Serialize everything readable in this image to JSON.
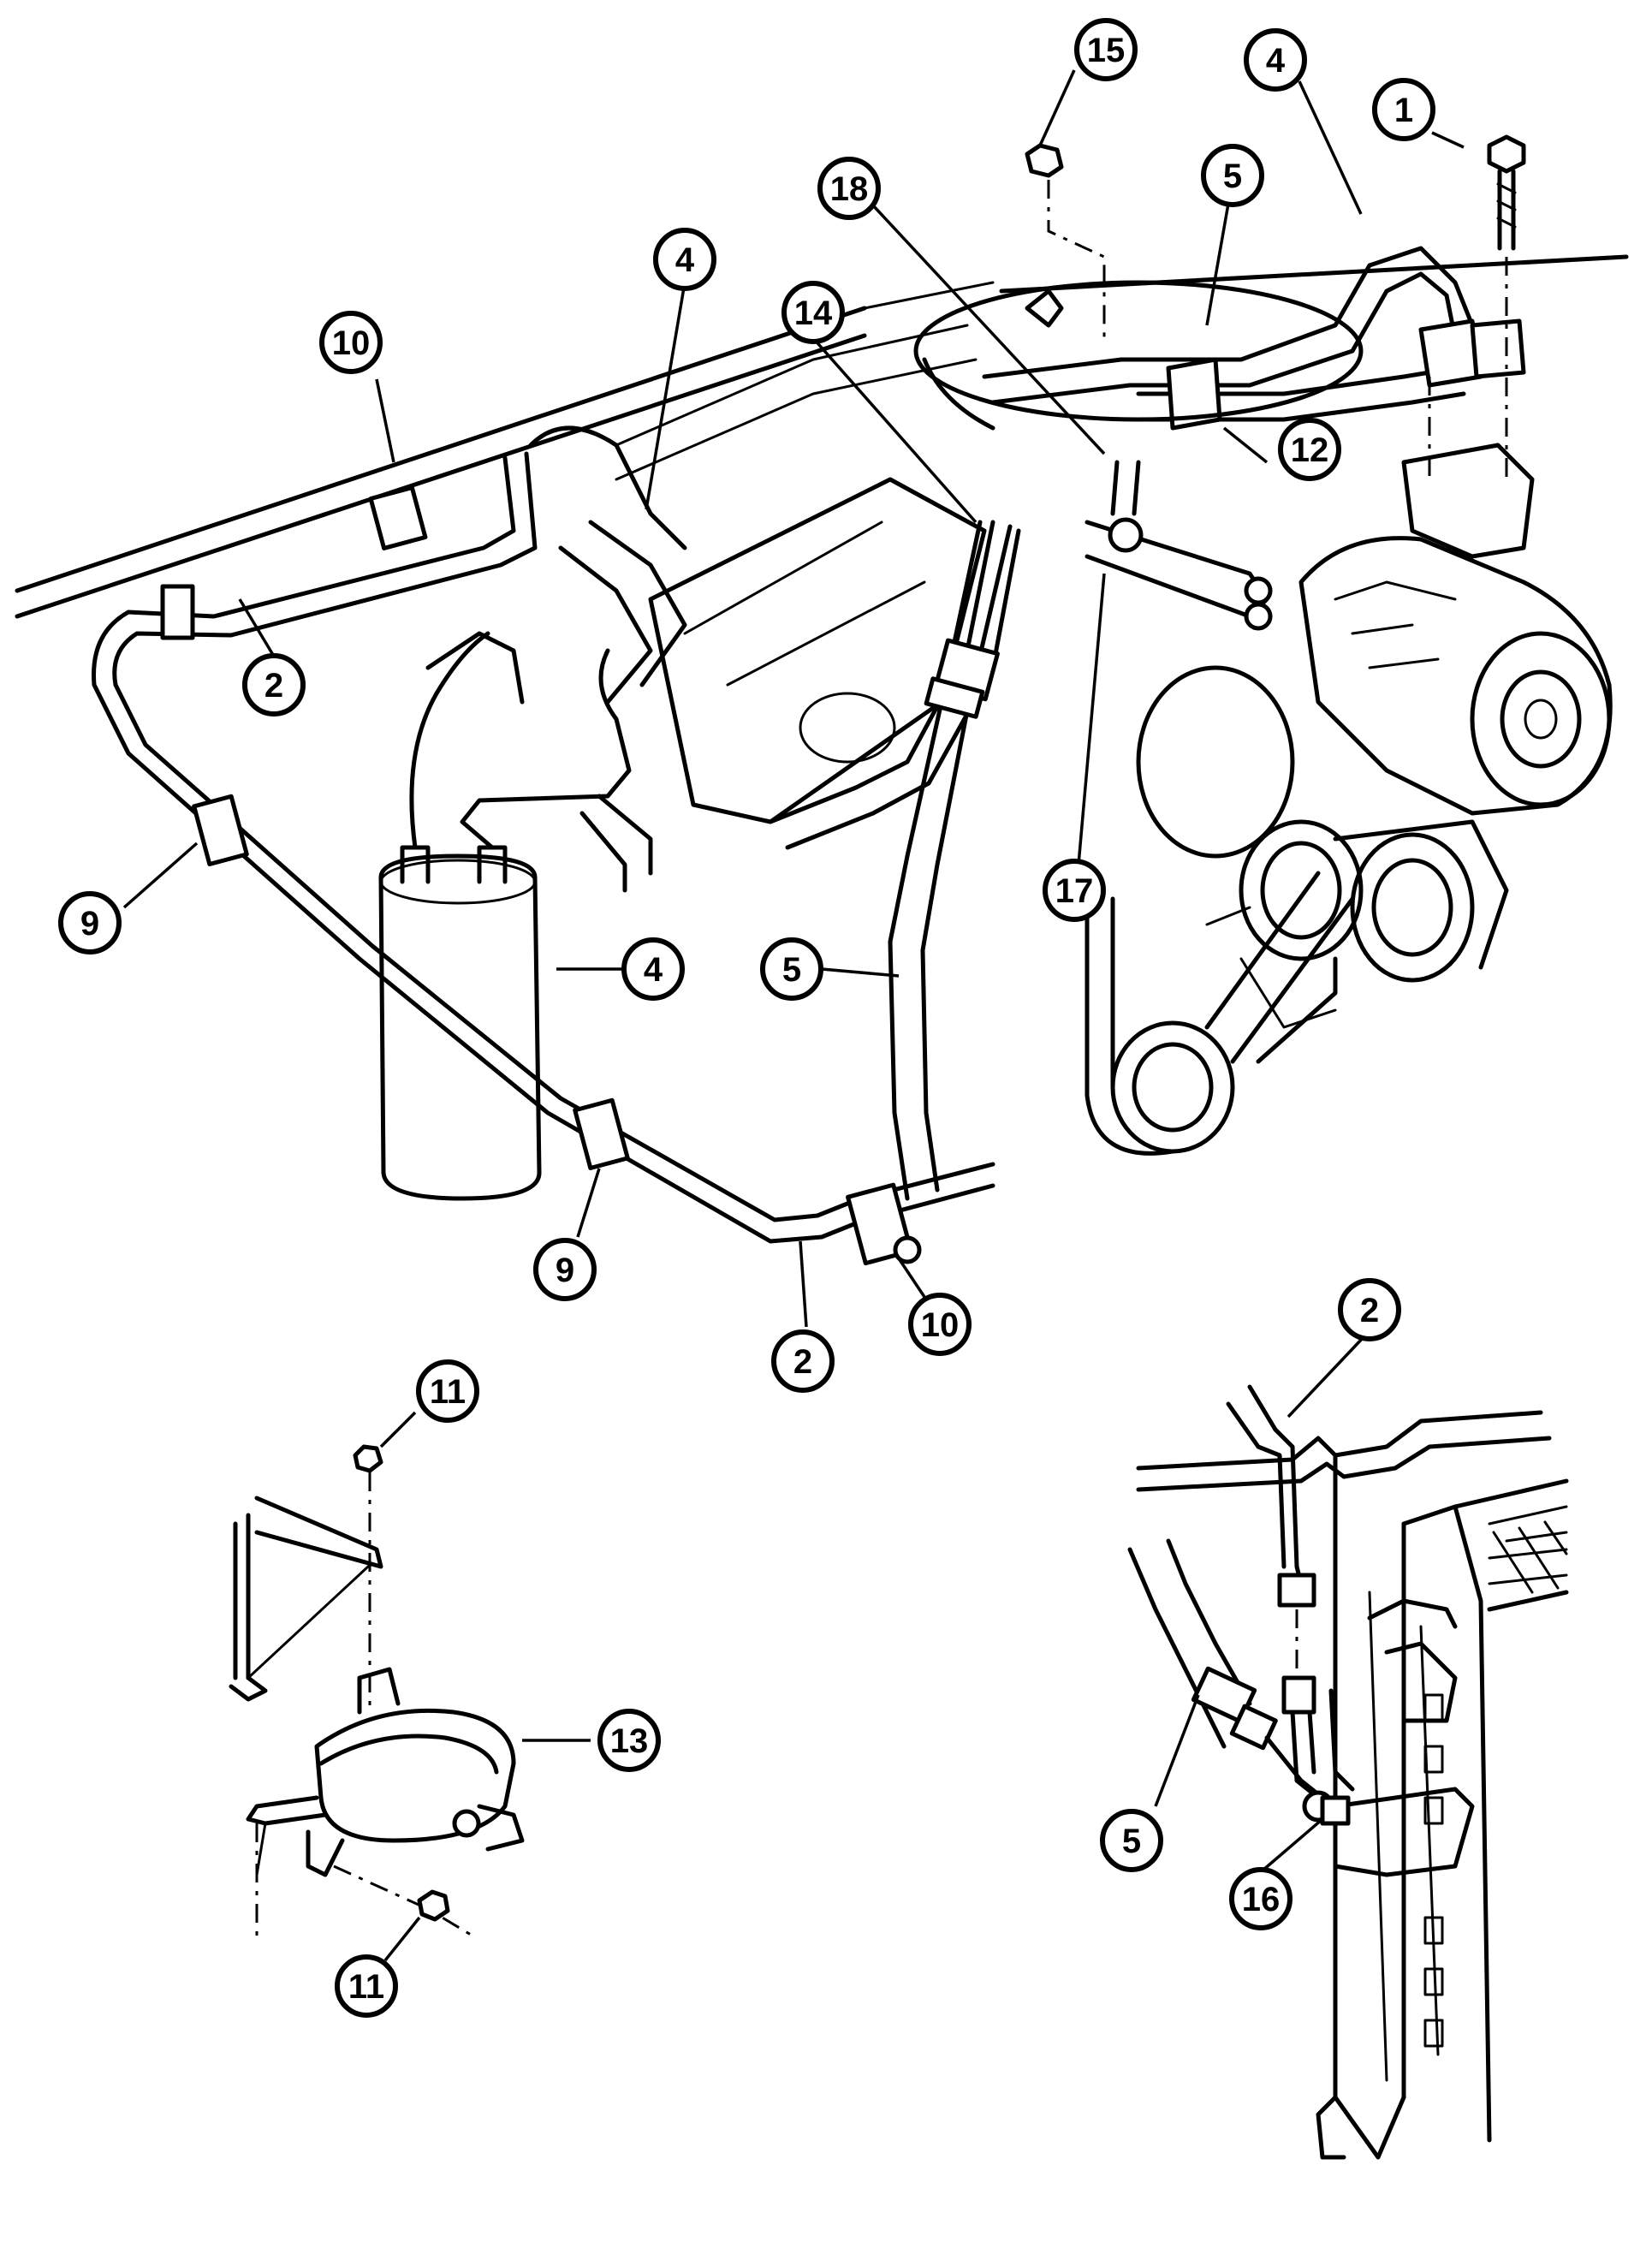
{
  "callouts": [
    {
      "id": "c15",
      "label": "15"
    },
    {
      "id": "c4a",
      "label": "4"
    },
    {
      "id": "c1",
      "label": "1"
    },
    {
      "id": "c18",
      "label": "18"
    },
    {
      "id": "c5a",
      "label": "5"
    },
    {
      "id": "c4b",
      "label": "4"
    },
    {
      "id": "c14",
      "label": "14"
    },
    {
      "id": "c10a",
      "label": "10"
    },
    {
      "id": "c12",
      "label": "12"
    },
    {
      "id": "c2a",
      "label": "2"
    },
    {
      "id": "c17",
      "label": "17"
    },
    {
      "id": "c9a",
      "label": "9"
    },
    {
      "id": "c4c",
      "label": "4"
    },
    {
      "id": "c5b",
      "label": "5"
    },
    {
      "id": "c9b",
      "label": "9"
    },
    {
      "id": "c10b",
      "label": "10"
    },
    {
      "id": "c2b",
      "label": "2"
    },
    {
      "id": "c11a",
      "label": "11"
    },
    {
      "id": "c2c",
      "label": "2"
    },
    {
      "id": "c13",
      "label": "13"
    },
    {
      "id": "c5c",
      "label": "5"
    },
    {
      "id": "c16",
      "label": "16"
    },
    {
      "id": "c11b",
      "label": "11"
    }
  ]
}
